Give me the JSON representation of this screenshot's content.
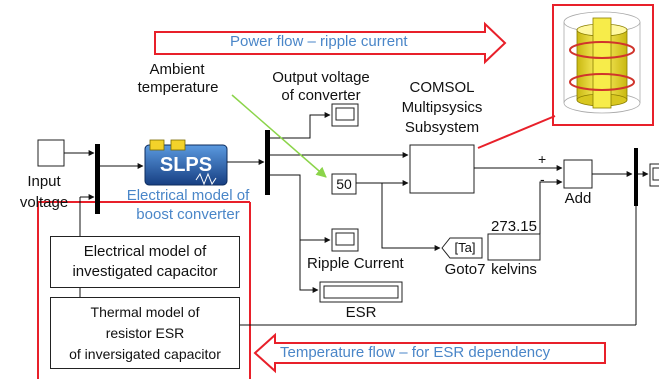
{
  "flows": {
    "power": "Power flow – ripple current",
    "temperature": "Temperature flow – for ESR dependency"
  },
  "labels": {
    "ambient_line1": "Ambient",
    "ambient_line2": "temperature",
    "output_line1": "Output voltage",
    "output_line2": "of converter",
    "comsol_line1": "COMSOL",
    "comsol_line2": "Multipsysics",
    "comsol_line3": "Subsystem",
    "input_line1": "Input",
    "input_line2": "voltage",
    "electrical_model_line1": "Electrical model of",
    "electrical_model_line2": "boost converter",
    "ripple_current": "Ripple Current",
    "esr": "ESR",
    "goto": "Goto7",
    "kelvins": "kelvins",
    "add": "Add",
    "plus": "+",
    "minus": "-"
  },
  "blocks": {
    "constant_value": "50",
    "kelvin_offset": "273.15",
    "goto_tag": "[Ta]",
    "slps_text": "SLPS"
  },
  "legend": {
    "box1_line1": "Electrical model of",
    "box1_line2": "investigated capacitor",
    "box2_line1": "Thermal model of",
    "box2_line2": "resistor ESR",
    "box2_line3": "of inversigated capacitor"
  },
  "colors": {
    "flow_arrow": "#e8202a",
    "flow_text": "#4a86c8",
    "ambient_arrow": "#8bd44a",
    "slps_block": "#1f5fa8",
    "capacitor_yellow": "#f2e233"
  }
}
